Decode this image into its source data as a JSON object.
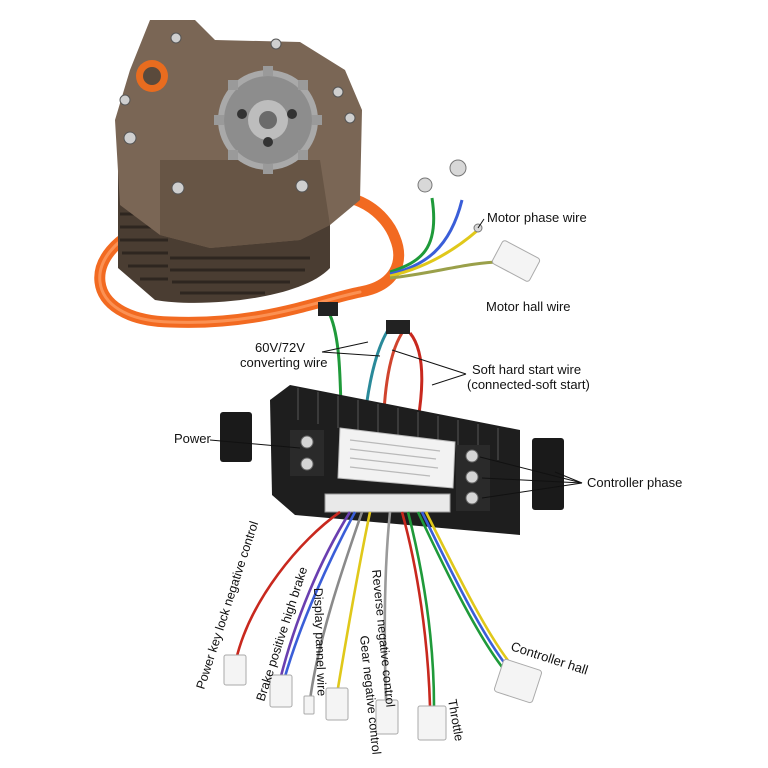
{
  "labels": {
    "motor_phase_wire": "Motor phase wire",
    "motor_hall_wire": "Motor hall wire",
    "converting_wire_line1": "60V/72V",
    "converting_wire_line2": "converting wire",
    "soft_hard_start_line1": "Soft hard start wire",
    "soft_hard_start_line2": "(connected-soft start)",
    "power": "Power",
    "controller_phase": "Controller phase",
    "controller_hall": "Controller hall",
    "power_key_lock": "Power key lock negative control",
    "brake_positive": "Brake positive high brake",
    "display_pannel": "Display pannel wire",
    "gear_negative": "Gear negative control",
    "reverse_negative": "Reverse negative control",
    "throttle": "Throttle"
  },
  "colors": {
    "motor_body": "#6b5a4a",
    "motor_fins": "#4a3d32",
    "orange_cable": "#f26a21",
    "controller_body": "#1e1e1e",
    "wire_red": "#c8281e",
    "wire_blue": "#3a5ed8",
    "wire_yellow": "#e0c81a",
    "wire_green": "#1f9a3a",
    "wire_purple": "#6a3fb0",
    "wire_gray": "#8a8a8a",
    "wire_black": "#222222",
    "connector_white": "#f4f4f4"
  }
}
